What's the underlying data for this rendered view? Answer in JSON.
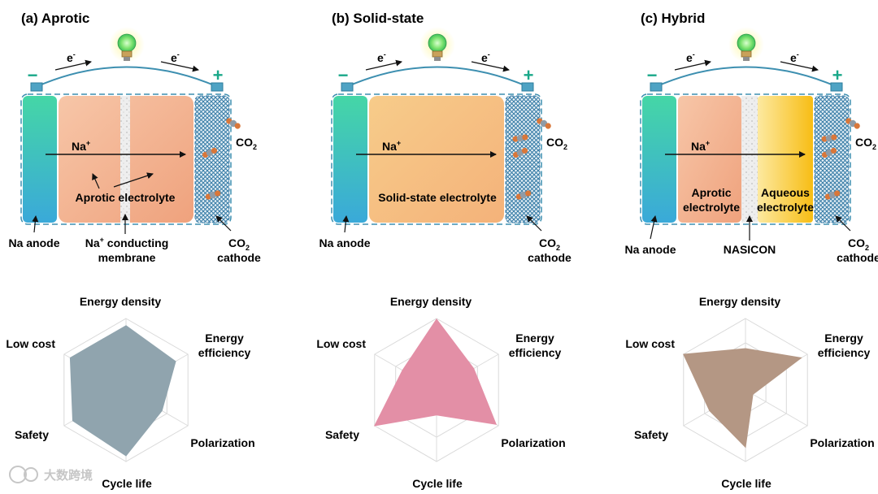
{
  "panels": [
    {
      "key": "a",
      "title": "(a) Aprotic",
      "type": "aprotic",
      "labels": {
        "electron": "e",
        "electron_sup": "-",
        "minus": "−",
        "plus": "+",
        "ion": "Na",
        "ion_sup": "+",
        "co2_main": "CO",
        "co2_sub": "2",
        "electrolyte": "Aprotic electrolyte",
        "anode": "Na anode",
        "membrane_l1_main": "Na",
        "membrane_l1_sup": "+",
        "membrane_l1_rest": " conducting",
        "membrane_l2": "membrane",
        "cathode_l1_main": "CO",
        "cathode_l1_sub": "2",
        "cathode_l2": "cathode"
      },
      "radar": [
        0.9,
        0.8,
        0.58,
        0.92,
        0.86,
        0.9
      ]
    },
    {
      "key": "b",
      "title": "(b) Solid-state",
      "type": "solid",
      "labels": {
        "electron": "e",
        "electron_sup": "-",
        "minus": "−",
        "plus": "+",
        "ion": "Na",
        "ion_sup": "+",
        "co2_main": "CO",
        "co2_sub": "2",
        "electrolyte": "Solid-state electrolyte",
        "anode": "Na anode",
        "cathode_l1_main": "CO",
        "cathode_l1_sub": "2",
        "cathode_l2": "cathode"
      },
      "radar": [
        0.99,
        0.6,
        0.96,
        0.35,
        1.0,
        0.55
      ]
    },
    {
      "key": "c",
      "title": "(c) Hybrid",
      "type": "hybrid",
      "labels": {
        "electron": "e",
        "electron_sup": "-",
        "minus": "−",
        "plus": "+",
        "ion": "Na",
        "ion_sup": "+",
        "co2_main": "CO",
        "co2_sub": "2",
        "electrolyte_left_l1": "Aprotic",
        "electrolyte_left_l2": "electrolyte",
        "electrolyte_right_l1": "Aqueous",
        "electrolyte_right_l2": "electrolyte",
        "anode": "Na anode",
        "separator": "NASICON",
        "cathode_l1_main": "CO",
        "cathode_l1_sub": "2",
        "cathode_l2": "cathode"
      },
      "radar": [
        0.58,
        0.9,
        0.12,
        0.8,
        0.58,
        1.0
      ]
    }
  ],
  "radar_axes": [
    {
      "l1": "Energy density",
      "l2": ""
    },
    {
      "l1": "Energy",
      "l2": "efficiency"
    },
    {
      "l1": "Polarization",
      "l2": ""
    },
    {
      "l1": "Cycle life",
      "l2": ""
    },
    {
      "l1": "Safety",
      "l2": ""
    },
    {
      "l1": "Low cost",
      "l2": ""
    }
  ],
  "chart_data": [
    {
      "type": "radar",
      "axes": [
        "Energy density",
        "Energy efficiency",
        "Polarization",
        "Cycle life",
        "Safety",
        "Low cost"
      ],
      "values": [
        0.9,
        0.8,
        0.58,
        0.92,
        0.86,
        0.9
      ],
      "range": [
        0,
        1
      ]
    },
    {
      "type": "radar",
      "axes": [
        "Energy density",
        "Energy efficiency",
        "Polarization",
        "Cycle life",
        "Safety",
        "Low cost"
      ],
      "values": [
        0.99,
        0.6,
        0.96,
        0.35,
        1.0,
        0.55
      ],
      "range": [
        0,
        1
      ]
    },
    {
      "type": "radar",
      "axes": [
        "Energy density",
        "Energy efficiency",
        "Polarization",
        "Cycle life",
        "Safety",
        "Low cost"
      ],
      "values": [
        0.58,
        0.9,
        0.12,
        0.8,
        0.58,
        1.0
      ],
      "range": [
        0,
        1
      ]
    }
  ],
  "colors": {
    "radar_a": "#90a4ae",
    "radar_b": "#e38fa6",
    "radar_c": "#b49784",
    "anode_top": "#45d6a6",
    "anode_bottom": "#3aa9d9",
    "cathode": "#3a7ea8",
    "wire": "#3d8fb0",
    "frame": "#3d8fb0"
  },
  "watermark": "大数跨境"
}
